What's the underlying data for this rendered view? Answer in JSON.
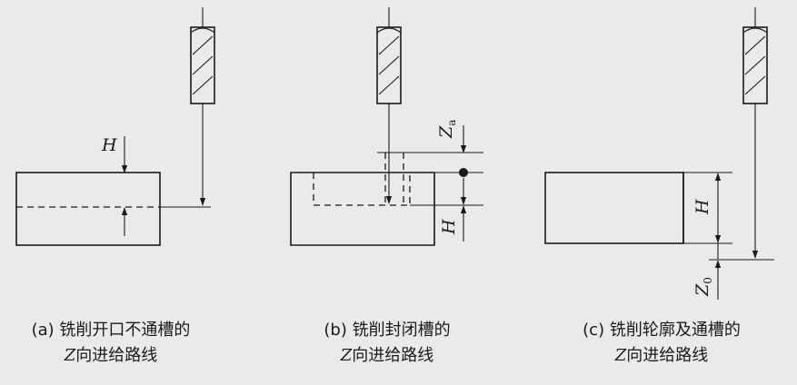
{
  "panels": [
    {
      "id": "a",
      "caption_line1": "(a) 铣削开口不通槽的",
      "caption_line2_var": "Z",
      "caption_line2": "向进给路线",
      "labels": {
        "h": "H"
      }
    },
    {
      "id": "b",
      "caption_line1": "(b) 铣削封闭槽的",
      "caption_line2_var": "Z",
      "caption_line2": "向进给路线",
      "labels": {
        "za": "Z",
        "za_sub": "a",
        "h": "H"
      }
    },
    {
      "id": "c",
      "caption_line1": "(c) 铣削轮廓及通槽的",
      "caption_line2_var": "Z",
      "caption_line2": "向进给路线",
      "labels": {
        "h": "H",
        "z0": "Z",
        "z0_sub": "0"
      }
    }
  ],
  "colors": {
    "ink": "#1a1a1a",
    "paper": "#e9eaea"
  }
}
